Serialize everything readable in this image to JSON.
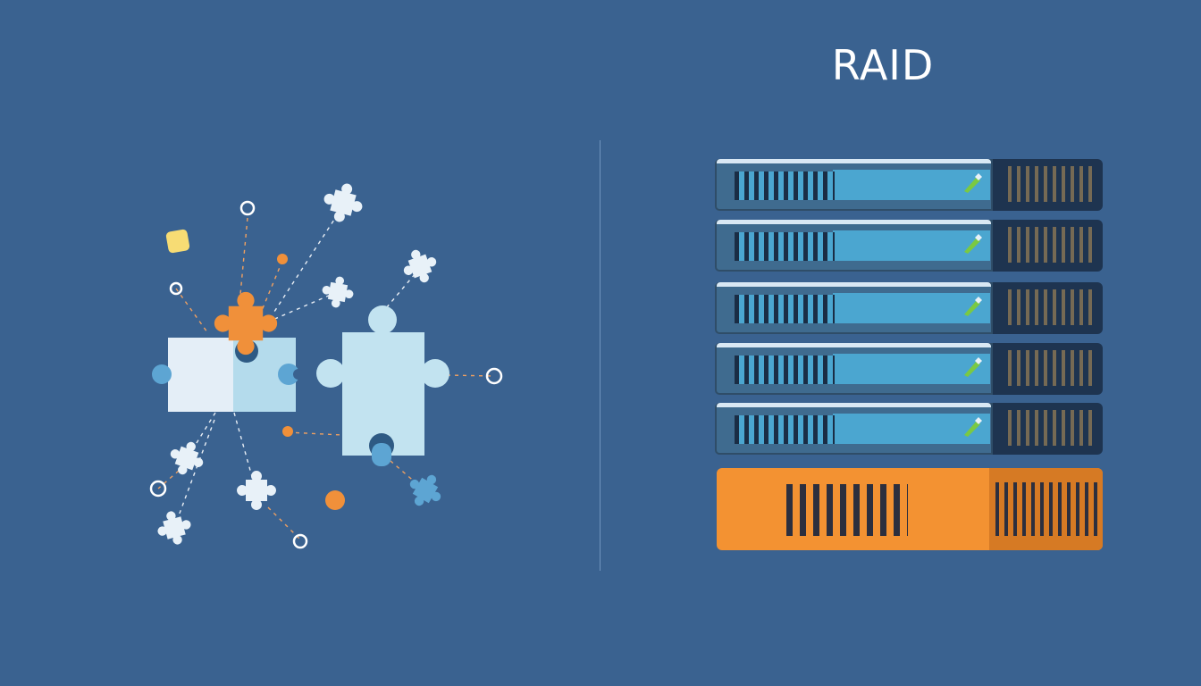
{
  "title": "RAID",
  "colors": {
    "background": "#3a6290",
    "accent_orange": "#f39232",
    "light_blue": "#4ba6d0",
    "pale_blue": "#cbe7f2",
    "status_green": "#7ac943"
  },
  "icons": [
    "puzzle-piece-icon",
    "hard-drive-icon",
    "led-indicator-icon"
  ],
  "raid": {
    "drives": [
      {
        "status": "active"
      },
      {
        "status": "active"
      },
      {
        "status": "active"
      },
      {
        "status": "active"
      },
      {
        "status": "active"
      }
    ],
    "parity_drive": {
      "highlighted": true
    }
  }
}
